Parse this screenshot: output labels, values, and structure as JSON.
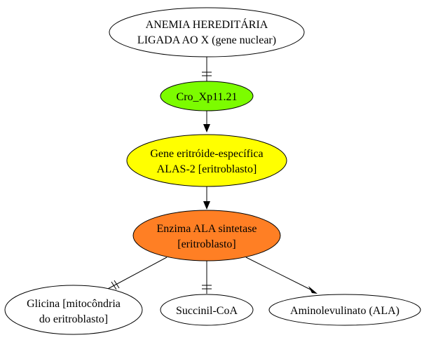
{
  "nodes": {
    "root": {
      "lines": [
        "ANEMIA HEREDITÁRIA",
        "LIGADA AO X (gene nuclear)"
      ],
      "fill": "#ffffff"
    },
    "cro": {
      "lines": [
        "Cro_Xp11.21"
      ],
      "fill": "#7cfc00"
    },
    "gene": {
      "lines": [
        "Gene eritróide-específica",
        "ALAS-2 [eritroblasto]"
      ],
      "fill": "#ffff00"
    },
    "enzyme": {
      "lines": [
        "Enzima ALA sintetase",
        "[eritroblasto]"
      ],
      "fill": "#ff7f24"
    },
    "glicina": {
      "lines": [
        "Glicina [mitocôndria",
        "do eritroblasto]"
      ],
      "fill": "#ffffff"
    },
    "succinil": {
      "lines": [
        "Succinil-CoA"
      ],
      "fill": "#ffffff"
    },
    "ala": {
      "lines": [
        "Aminolevulinato (ALA)"
      ],
      "fill": "#ffffff"
    }
  },
  "edges": [
    {
      "from": "root",
      "to": "cro",
      "head": "tee-bar"
    },
    {
      "from": "cro",
      "to": "gene",
      "head": "arrow"
    },
    {
      "from": "gene",
      "to": "enzyme",
      "head": "arrow"
    },
    {
      "from": "enzyme",
      "to": "glicina",
      "head": "tee-bar"
    },
    {
      "from": "enzyme",
      "to": "succinil",
      "head": "tee-bar"
    },
    {
      "from": "enzyme",
      "to": "ala",
      "head": "arrow"
    }
  ]
}
